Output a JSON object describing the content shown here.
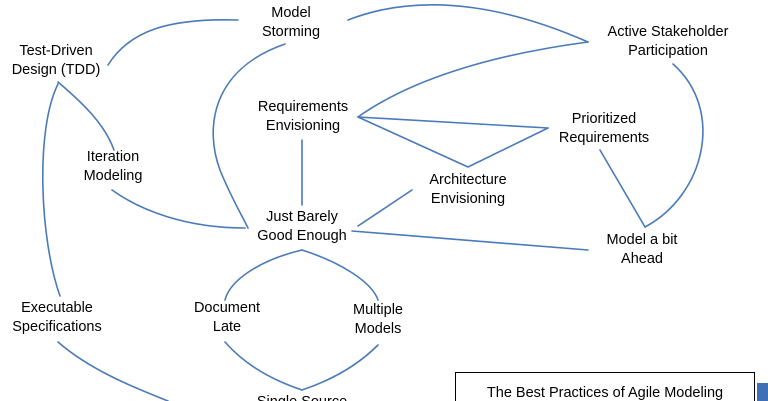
{
  "colors": {
    "edge": "#4a7ab9",
    "text": "#000000",
    "accent": "#3f6fb5"
  },
  "nodes": {
    "model_storming": [
      "Model",
      "Storming"
    ],
    "tdd": [
      "Test-Driven",
      "Design (TDD)"
    ],
    "active_stakeholder": [
      "Active Stakeholder",
      "Participation"
    ],
    "requirements_envisioning": [
      "Requirements",
      "Envisioning"
    ],
    "prioritized_requirements": [
      "Prioritized",
      "Requirements"
    ],
    "iteration_modeling": [
      "Iteration",
      "Modeling"
    ],
    "architecture_envisioning": [
      "Architecture",
      "Envisioning"
    ],
    "just_barely": [
      "Just Barely",
      "Good Enough"
    ],
    "model_bit_ahead": [
      "Model a bit",
      "Ahead"
    ],
    "executable_specs": [
      "Executable",
      "Specifications"
    ],
    "document_late": [
      "Document",
      "Late"
    ],
    "multiple_models": [
      "Multiple",
      "Models"
    ],
    "single_source": [
      "Single Source"
    ]
  },
  "title": "The Best Practices of Agile Modeling"
}
